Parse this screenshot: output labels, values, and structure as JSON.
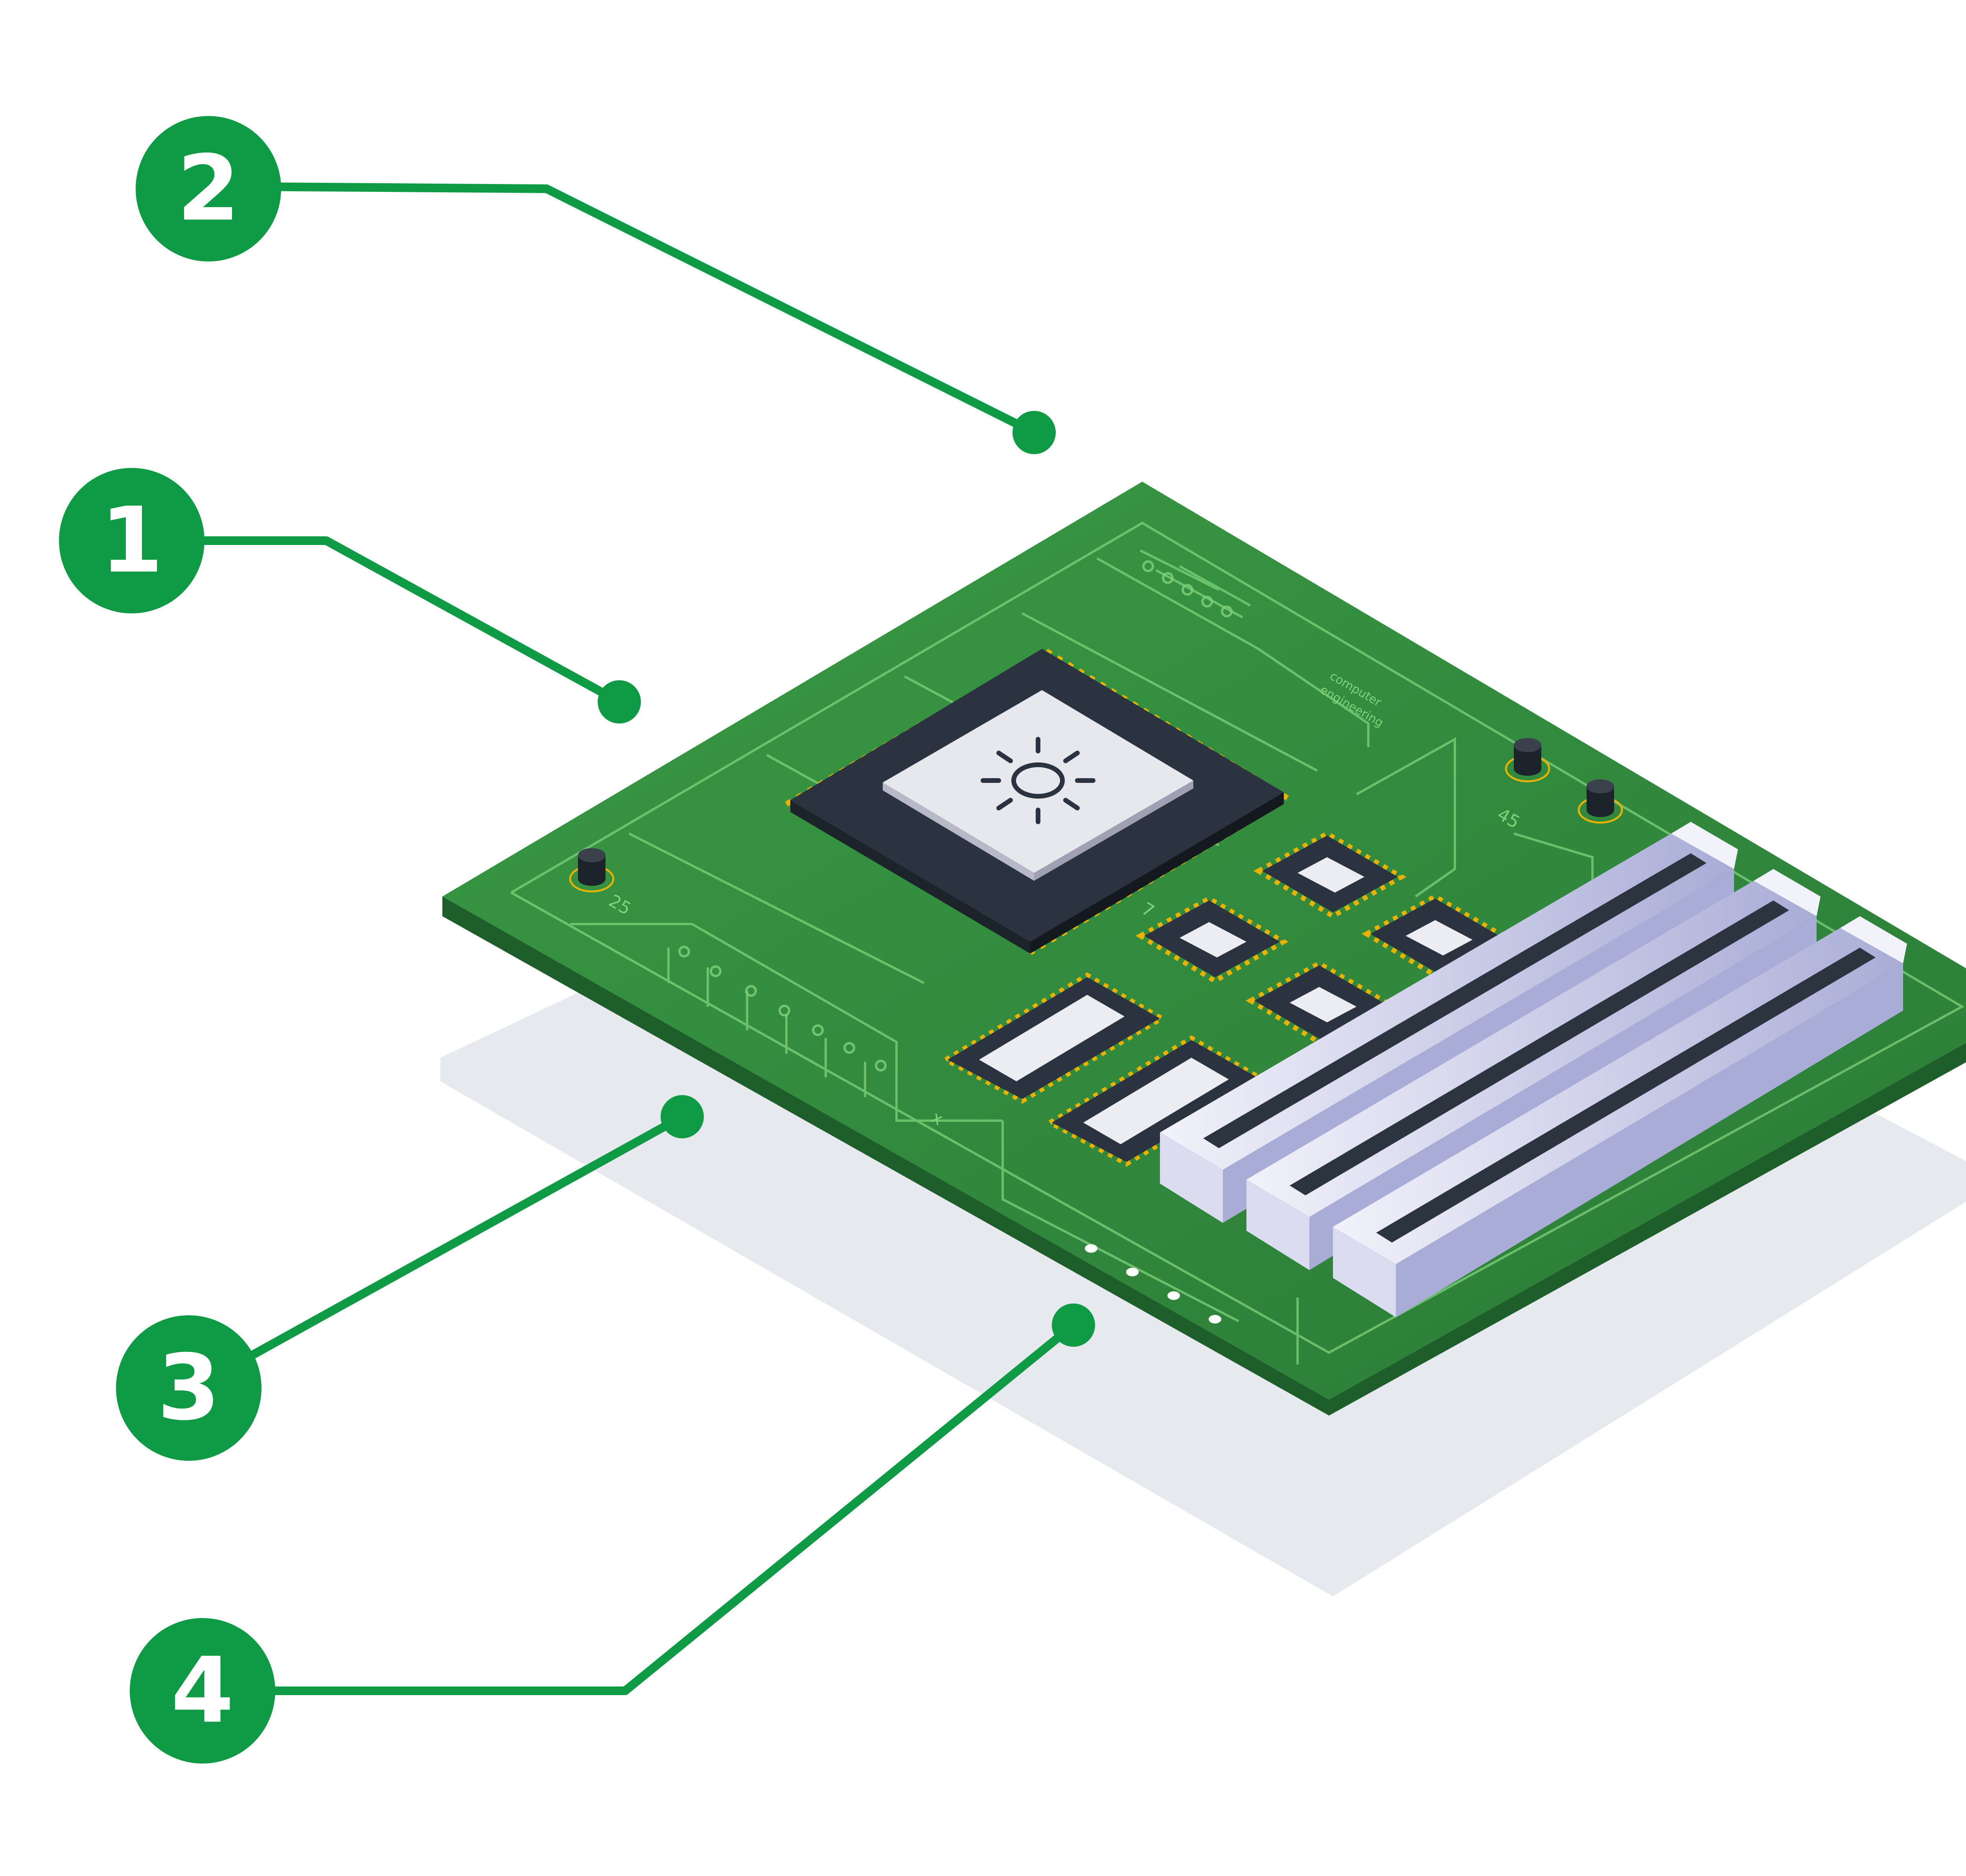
{
  "colors": {
    "callout_green": "#0f9a45",
    "board_green": "#2f8f3e",
    "board_edge": "#1e5e2a",
    "trace_green": "#7fd27a",
    "shadow": "#e6eaee",
    "chip_dark": "#2b3340",
    "chip_face": "#e7e8ee",
    "pin_gold": "#e8b200",
    "slot_light": "#dcdcf0",
    "slot_dark": "#2c3440"
  },
  "callouts": [
    {
      "number": "1"
    },
    {
      "number": "2"
    },
    {
      "number": "3"
    },
    {
      "number": "4"
    }
  ],
  "board": {
    "labels": {
      "computer": "computer",
      "engineering": "engineering",
      "n25": "25",
      "n45": "45",
      "n7": "7",
      "x": "x"
    },
    "cpu_icon": "sun-icon"
  }
}
